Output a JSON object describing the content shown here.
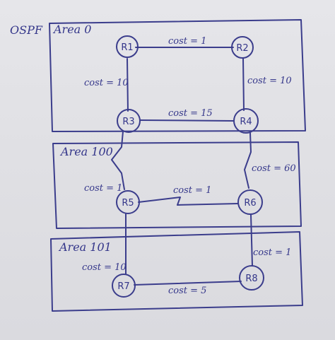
{
  "protocol": "OSPF",
  "areas": [
    {
      "id": "area0",
      "label": "Area 0"
    },
    {
      "id": "area100",
      "label": "Area 100"
    },
    {
      "id": "area101",
      "label": "Area 101"
    }
  ],
  "routers": [
    {
      "id": "r1",
      "label": "R1"
    },
    {
      "id": "r2",
      "label": "R2"
    },
    {
      "id": "r3",
      "label": "R3"
    },
    {
      "id": "r4",
      "label": "R4"
    },
    {
      "id": "r5",
      "label": "R5"
    },
    {
      "id": "r6",
      "label": "R6"
    },
    {
      "id": "r7",
      "label": "R7"
    },
    {
      "id": "r8",
      "label": "R8"
    }
  ],
  "links": [
    {
      "id": "r1-r2",
      "from": "R1",
      "to": "R2",
      "cost_label": "cost = 1"
    },
    {
      "id": "r1-r3",
      "from": "R1",
      "to": "R3",
      "cost_label": "cost = 10"
    },
    {
      "id": "r2-r4",
      "from": "R2",
      "to": "R4",
      "cost_label": "cost = 10"
    },
    {
      "id": "r3-r4",
      "from": "R3",
      "to": "R4",
      "cost_label": "cost = 15"
    },
    {
      "id": "r3-r5",
      "from": "R3",
      "to": "R5",
      "cost_label": "cost = 1"
    },
    {
      "id": "r4-r6",
      "from": "R4",
      "to": "R6",
      "cost_label": "cost = 60"
    },
    {
      "id": "r5-r6",
      "from": "R5",
      "to": "R6",
      "cost_label": "cost = 1"
    },
    {
      "id": "r5-r7",
      "from": "R5",
      "to": "R7",
      "cost_label": "cost = 10"
    },
    {
      "id": "r6-r8",
      "from": "R6",
      "to": "R8",
      "cost_label": "cost = 1"
    },
    {
      "id": "r7-r8",
      "from": "R7",
      "to": "R8",
      "cost_label": "cost = 5"
    }
  ]
}
